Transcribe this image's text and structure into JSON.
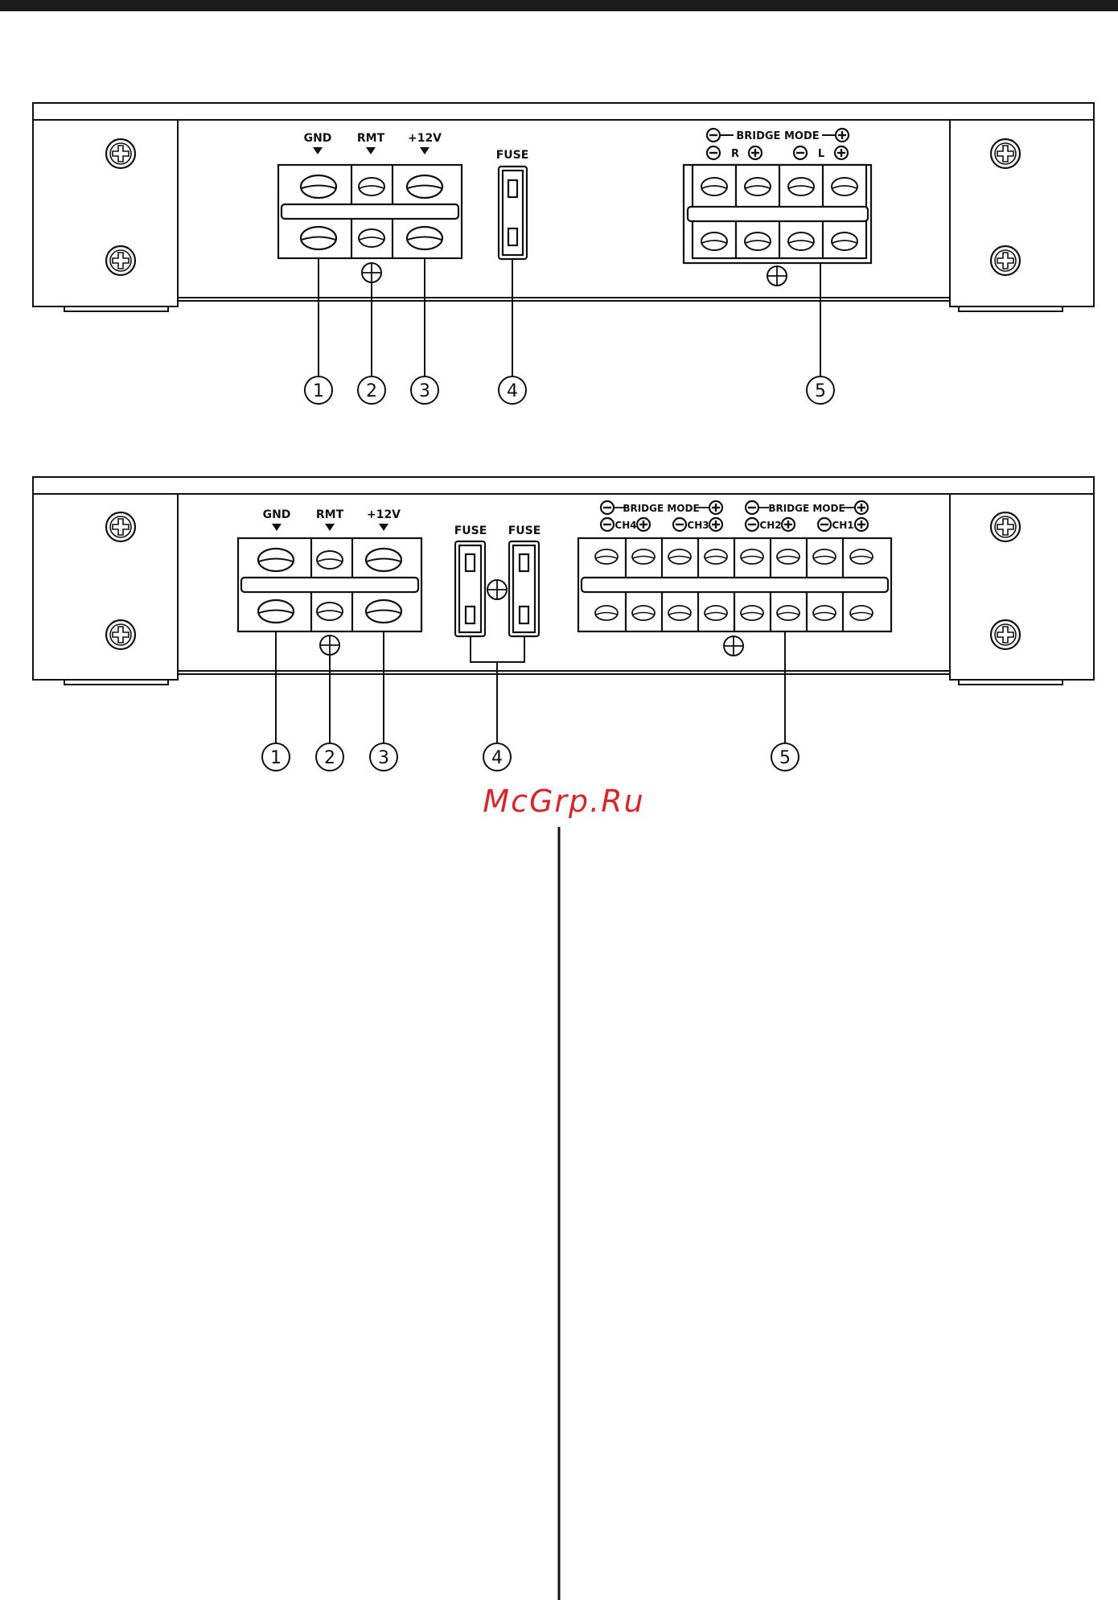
{
  "watermark": "McGrp.Ru",
  "panel_2ch": {
    "power_labels": [
      "GND",
      "RMT",
      "+12V"
    ],
    "fuse_label": "FUSE",
    "bridge_label": "BRIDGE MODE",
    "channel_labels": [
      "R",
      "L"
    ],
    "callouts": [
      "1",
      "2",
      "3",
      "4",
      "5"
    ]
  },
  "panel_4ch": {
    "power_labels": [
      "GND",
      "RMT",
      "+12V"
    ],
    "fuse_labels": [
      "FUSE",
      "FUSE"
    ],
    "bridge_labels": [
      "BRIDGE MODE",
      "BRIDGE MODE"
    ],
    "channel_labels": [
      "CH4",
      "CH3",
      "CH2",
      "CH1"
    ],
    "callouts": [
      "1",
      "2",
      "3",
      "4",
      "5"
    ]
  },
  "colors": {
    "ink": "#111111",
    "watermark": "#d6272a",
    "top_bar": "#1b1b1b"
  }
}
